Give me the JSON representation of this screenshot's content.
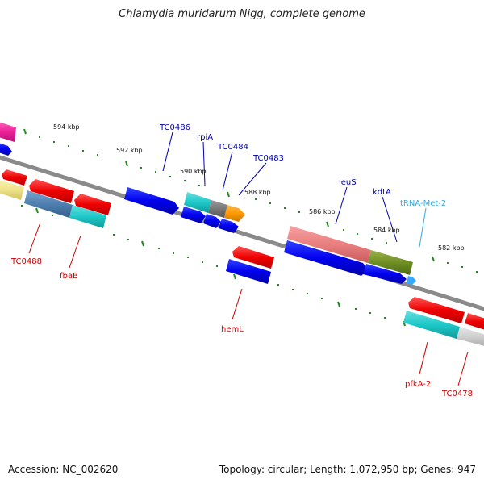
{
  "title": "Chlamydia muridarum Nigg, complete genome",
  "accession": "Accession: NC_002620",
  "summary": "Topology: circular; Length: 1,072,950 bp; Genes: 947",
  "ticks": {
    "outer": [
      "594 kbp",
      "592 kbp",
      "590 kbp",
      "588 kbp",
      "586 kbp",
      "584 kbp",
      "582 kbp"
    ]
  },
  "genes_top": [
    "TC0486",
    "rpiA",
    "TC0484",
    "TC0483",
    "leuS",
    "kdtA",
    "tRNA-Met-2"
  ],
  "genes_bottom": [
    "TC0488",
    "fbaB",
    "hemL",
    "pfkA-2",
    "TC0478"
  ],
  "colors": {
    "forward_label": "#0000aa",
    "reverse_label": "#cc0000",
    "trna_label": "#33aadd",
    "tick": "#1f8a1f",
    "backbone": "#777777"
  },
  "icons": [
    "gene-arrow",
    "trna-arrow"
  ]
}
